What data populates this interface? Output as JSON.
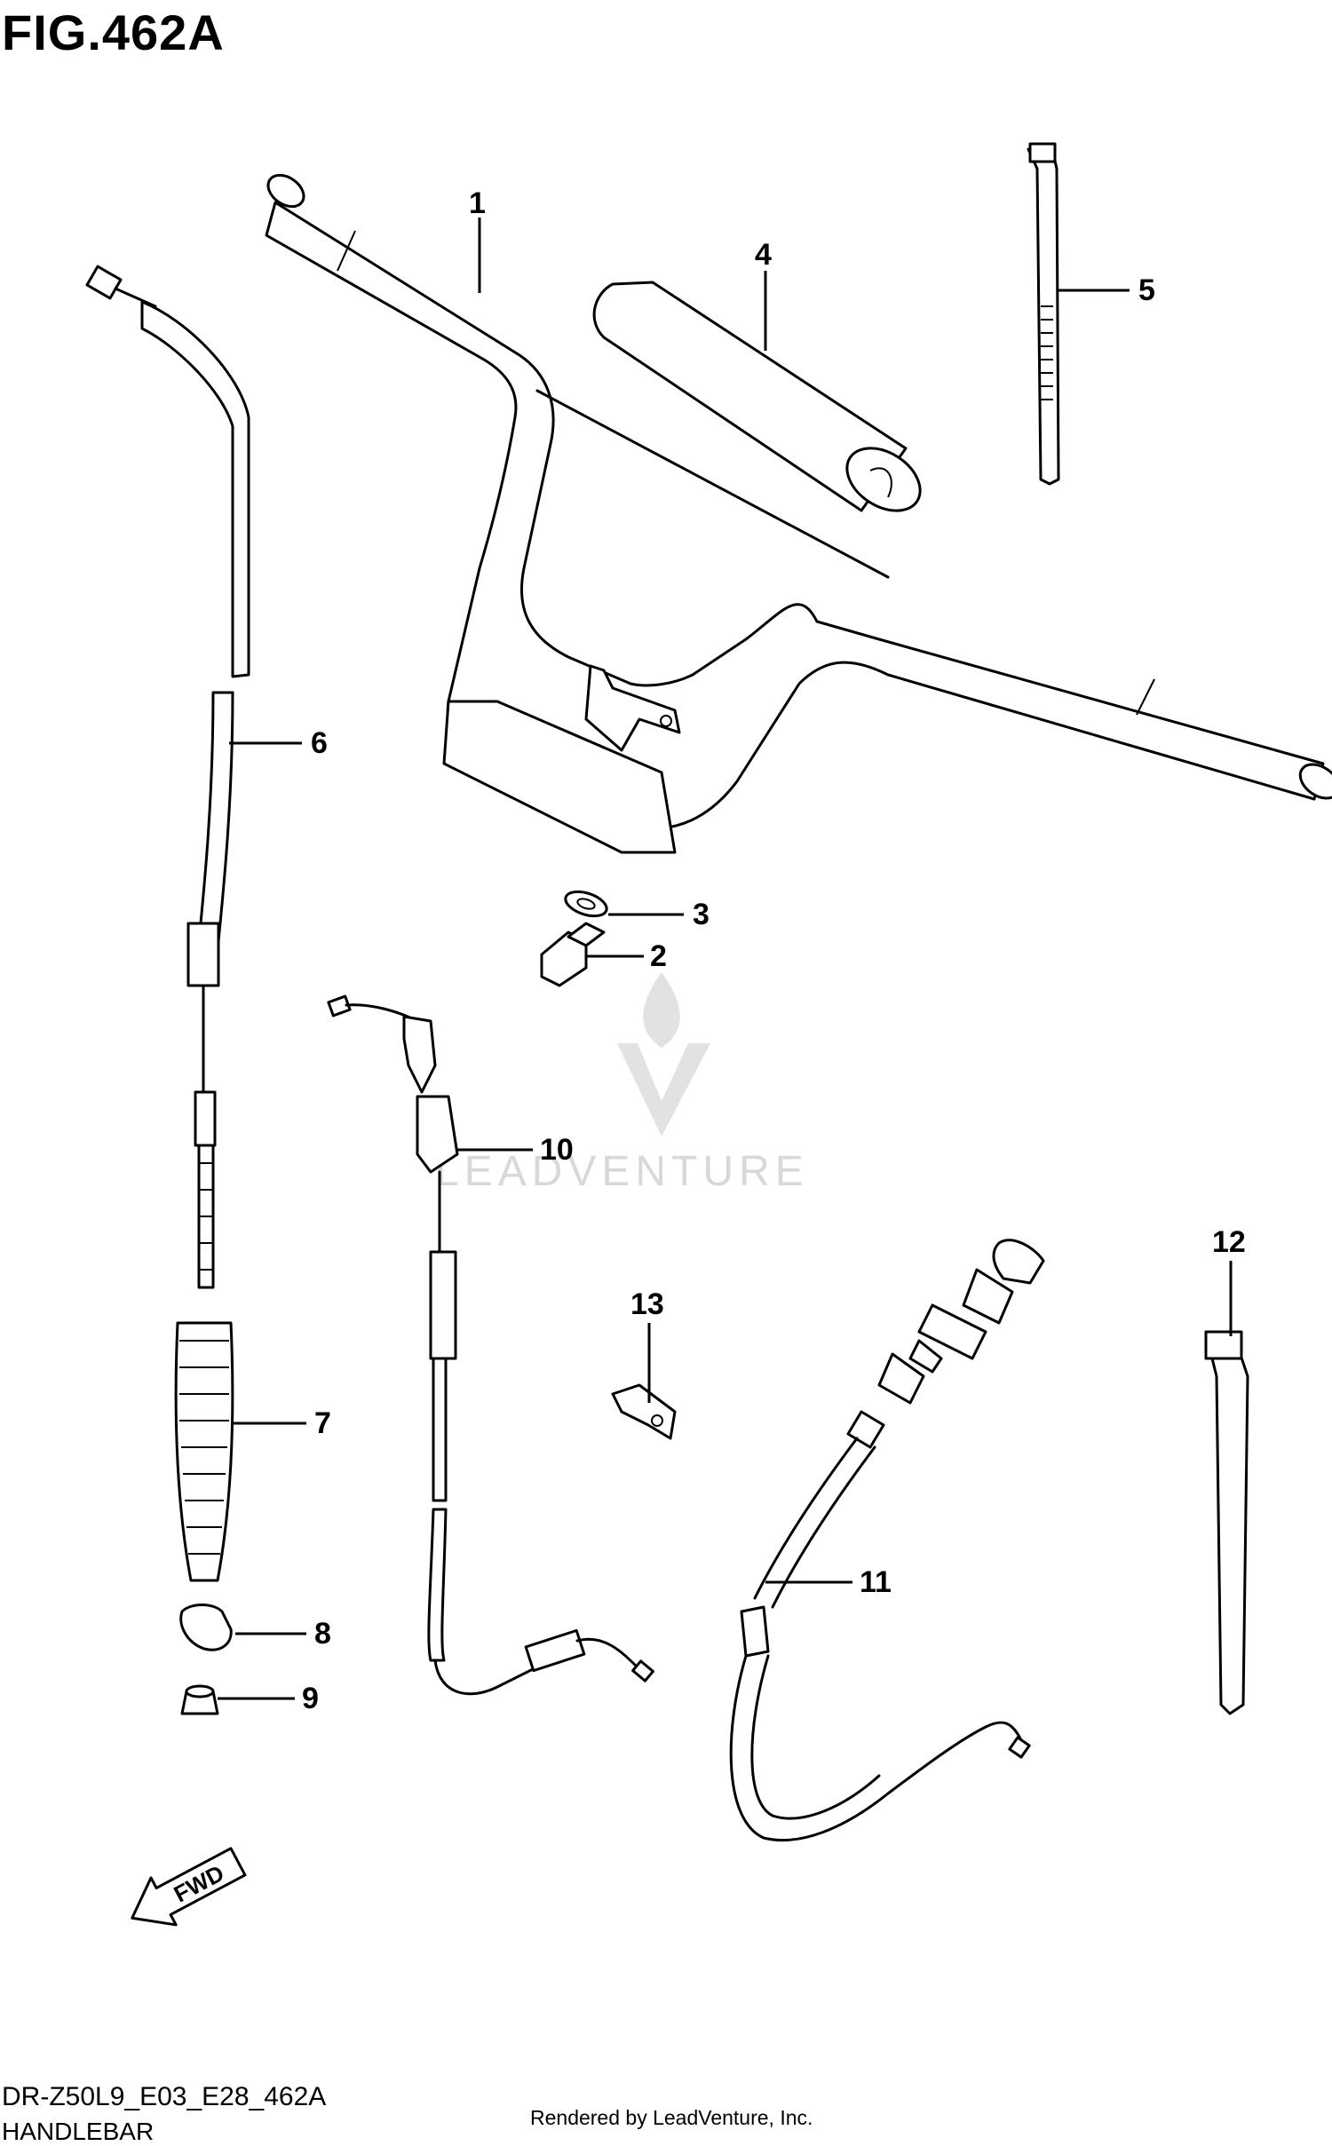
{
  "figure": {
    "title": "FIG.462A",
    "code": "DR-Z50L9_E03_E28_462A",
    "name": "HANDLEBAR",
    "credit": "Rendered by LeadVenture, Inc.",
    "watermark": "LEADVENTURE",
    "fwd_label": "FWD"
  },
  "callouts": [
    {
      "id": "1",
      "label": "1"
    },
    {
      "id": "2",
      "label": "2"
    },
    {
      "id": "3",
      "label": "3"
    },
    {
      "id": "4",
      "label": "4"
    },
    {
      "id": "5",
      "label": "5"
    },
    {
      "id": "6",
      "label": "6"
    },
    {
      "id": "7",
      "label": "7"
    },
    {
      "id": "8",
      "label": "8"
    },
    {
      "id": "9",
      "label": "9"
    },
    {
      "id": "10",
      "label": "10"
    },
    {
      "id": "11",
      "label": "11"
    },
    {
      "id": "12",
      "label": "12"
    },
    {
      "id": "13",
      "label": "13"
    }
  ],
  "icons": {
    "fwd_arrow": "fwd-arrow-icon",
    "watermark_logo": "leadventure-logo-icon"
  },
  "colors": {
    "line": "#000000",
    "background": "#ffffff",
    "watermark": "#d8d8d8"
  }
}
